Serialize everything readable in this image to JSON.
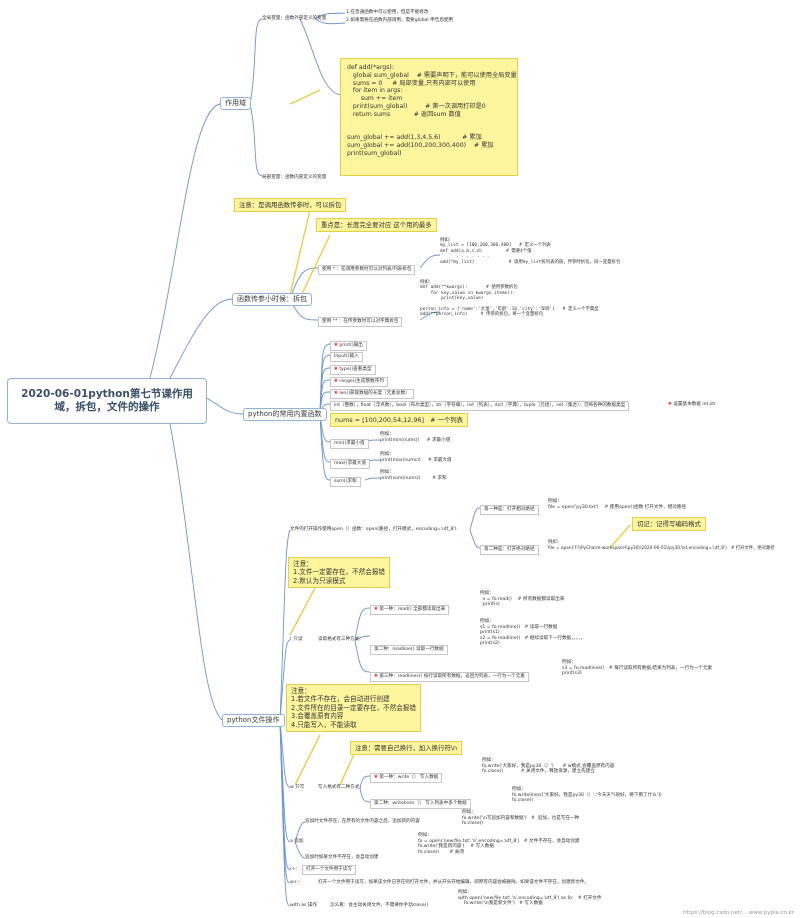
{
  "root": {
    "title": "2020-06-01python第七节课作用域，拆包，文件的操作"
  },
  "topics": {
    "scope": "作用域",
    "unpack": "函数传参小时候：拆包",
    "builtins": "python的常用内置函数",
    "files": "python文件操作"
  },
  "scope": {
    "global_label": "全局变量：函数外部定义的变量",
    "global_note1": "1.在普通函数中可以使用，但是不能修改",
    "global_note2": "2.如果需要在函数内部调用，需要global 申告后使用",
    "code": "def add(*args):\n   global sum_global    # 需要声明下，能可以使用全局变量\n   sums = 0     # 局部变量,只有内部可以使用\n   for item in args:\n       sum += item\n   print(sum_global)         # 第一次调用打印是0\n   return sums            # 返回sum 数值\n\n\nsum_global += add(1,3,4,5,6)           # 累加\nsum_global += add(100,200,300,400)    # 累加\nprint(sum_global)",
    "local_label": "局部变量：函数内部定义的变量"
  },
  "unpack": {
    "note_top": "注意：是调用函数传参时，可以拆包",
    "note_key": "重点是：长度完全要对应 这个用的最多",
    "star1_label": "使用 * ：在调用参数时可以对列表/列表拆包",
    "star1_example": "例如：\nmy_list = [100,200,300,400]   # 定义一个列表\ndef add(a,b,c,d)         # 需要4个值\n      . . . . . . .\nadd(*my_list)             # 调用my_list拆列表的值，传参时拆包，同一变量拆包",
    "star2_label": "使用 ** ：在传参数时可以对字典拆包",
    "star2_example": "例如：\ndef add(**kwargs):       # 使用参数拆包\n    for key,value in kwargs.items():\n        print(key,value)\n\nperson_info = {'name':'大蛋','年龄':18,'city':'深圳'}   # 定义一个字典型\nadd(**person_info)     # 传参的拆包，将一个变量拆包"
  },
  "builtins": {
    "items": [
      {
        "text": "print()输出",
        "star": true
      },
      {
        "text": "Input()输入",
        "star": false
      },
      {
        "text": "type()查看类型",
        "star": true
      },
      {
        "text": "range()生成整数序列",
        "star": true
      },
      {
        "text": "len()获取数据的长度（元素总数）",
        "star": true
      }
    ],
    "types_row": "int（整数），float（浮点数），bool（布尔类型），str（字符串），list（列表），dict（字典），tuple（元组），set（集合）：可将各种的数据类型",
    "types_note": "设置基本数据 int,str",
    "nums": "nums = [100,200,54,12,96]   # 一个列表",
    "min_label": "min()求最小值",
    "min_code": "例如：\nprint(min(nums))     # 求最小值",
    "max_label": "max()求最大值",
    "max_code": "例如：\nprint(max(nums))     # 求最大值",
    "sum_label": "sum()求和",
    "sum_code": "例如：\nprint(sum(nums))        # 求和"
  },
  "files": {
    "open_label": "文件的打开操作使用open（）函数：open(路径，打开模式，encoding='utf_8')",
    "way1_label": "第一种是：打开相对路径",
    "way1_code": "例如：\nfile = open('py30.txt')    # 使用open()函数 打开文件，相对路径",
    "way1_note": "切记：记得写编码格式",
    "way2_label": "第二种是：打开绝对路径",
    "way2_code": "例如：\nfile = open('F:\\\\PyCharm-workspace\\\\py30\\\\2020-06-01\\\\py30.txt,encoding='utf_8')   # 打开文件，绝对路径",
    "note_mode": "注意：\n1.文件一定要存在，不然会报错\n2.默认为只读模式",
    "r_label": "r 只读",
    "read_ways": "读取格式有三种方式:",
    "read1_label": "第一种：read()   全部都读取出来",
    "read1_code": "例如：\n  s = fo.read()    # 所有数据都读取出来\n  print(s)",
    "read2_label": "第二种：readline()   读取一行数据",
    "read2_code": "例如：\ns1 = fo.readline()   # 读取一行数据\nprint(s1)\ns2 = fo.readline()   # 继续读取下一行数据，，，，，\nprint(s2)",
    "read3_label": "第三种：readlines()  按行读取所有数据，返回为列表，一行为一个元素",
    "read3_code": "例如：\ns3 = fo.readlines()   # 每行读取所有数据,结果为列表，一行为一个元素\nprint(s3)",
    "note_write": "注意：\n1.若文件不存在，会自动进行创建\n2.文件所在的目录一定要存在，不然会报错\n3.会覆盖原有内容\n4.只能写入，不能读取",
    "note_newline": "注意：需要自己换行，加入换行符\\n",
    "w_label": "w 只写",
    "write_ways": "写入格式有二种方式:",
    "write1_label": "第一种：write（）   写入数据",
    "write1_code": "例如：\nfo.write('大家好，我是py30（）')      # w模式,会覆盖原有内容\nfo.close()            # 关闭文件，释放资源，建立先建立",
    "write2_label": "第二种：writelines（）   写入列表中多个数据",
    "write2_code": "例如：\nfo.writelines(['大家好，我是py30（）','今天天气很好，要下雨了什么'])\nfo.close()",
    "a_label": "a  追加",
    "a1_label": "追加时文件存在，在原有的文件内容之后，追加新的内容",
    "a1_code": "例如：\nfo.write('\\n写追加内容和数据')   #  追加，也是写在一种\nfo.close()",
    "a2_label": "追加时如果文件不存在，会自动创建",
    "a2_code": "例如：\nfo = open('new.file.txt','a',encoding='utf_8')   # 文件不存在，会自动创建\nfo.write('我是新内容')    # 写入数据\nfo.close()       # 关闭",
    "rplus_label": "r+：",
    "rplus_text": "打开一个文件用于读写",
    "wplus_label": "w+：",
    "wplus_text": "打开一个文件用于读写，如果该文件已存在则打开文件，并从开头开始编辑，即原有内容会被删除。如果该文件不存在，创建新文件。",
    "with_label": "with as 操作",
    "with_text": "怎么看：会主动关闭文件，不需要你手动close()",
    "with_code": "例如：\nwith open('new.file.txt','a',encoding='utf_8') as fo:   # 打开文件\n    fo.write('\\n我是新文件')   # 写入数据"
  },
  "watermark": "https://blog.csdn.net/... www.pypla.co.kr"
}
